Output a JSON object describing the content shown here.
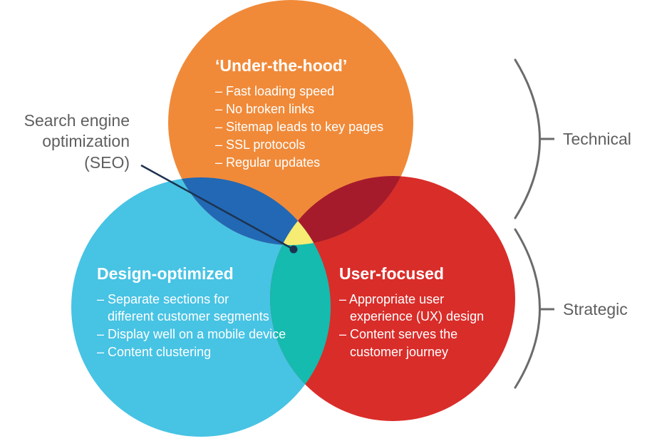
{
  "colors": {
    "top_circle": "#F08A39",
    "left_circle": "#47C3E4",
    "right_circle": "#D92D2A",
    "top_left_overlap": "#2268B4",
    "top_right_overlap": "#A61B2C",
    "left_right_overlap": "#14BBAE",
    "center_overlap": "#F6EC73",
    "pointer_line": "#1C3350",
    "bracket": "#6b6b6b",
    "side_text": "#5f5f5f"
  },
  "circles": {
    "top": {
      "title": "‘Under-the-hood’",
      "items": [
        "– Fast loading speed",
        "– No broken links",
        "– Sitemap leads to key pages",
        "– SSL protocols",
        "– Regular updates"
      ]
    },
    "left": {
      "title": "Design-optimized",
      "items": [
        "– Separate sections for",
        "   different customer segments",
        "– Display well on a mobile device",
        "– Content clustering"
      ]
    },
    "right": {
      "title": "User-focused",
      "items": [
        "– Appropriate user",
        "   experience (UX) design",
        "– Content serves the",
        "   customer journey"
      ]
    }
  },
  "seo_label": [
    "Search engine",
    "optimization",
    "(SEO)"
  ],
  "brackets": {
    "technical": "Technical",
    "strategic": "Strategic"
  }
}
